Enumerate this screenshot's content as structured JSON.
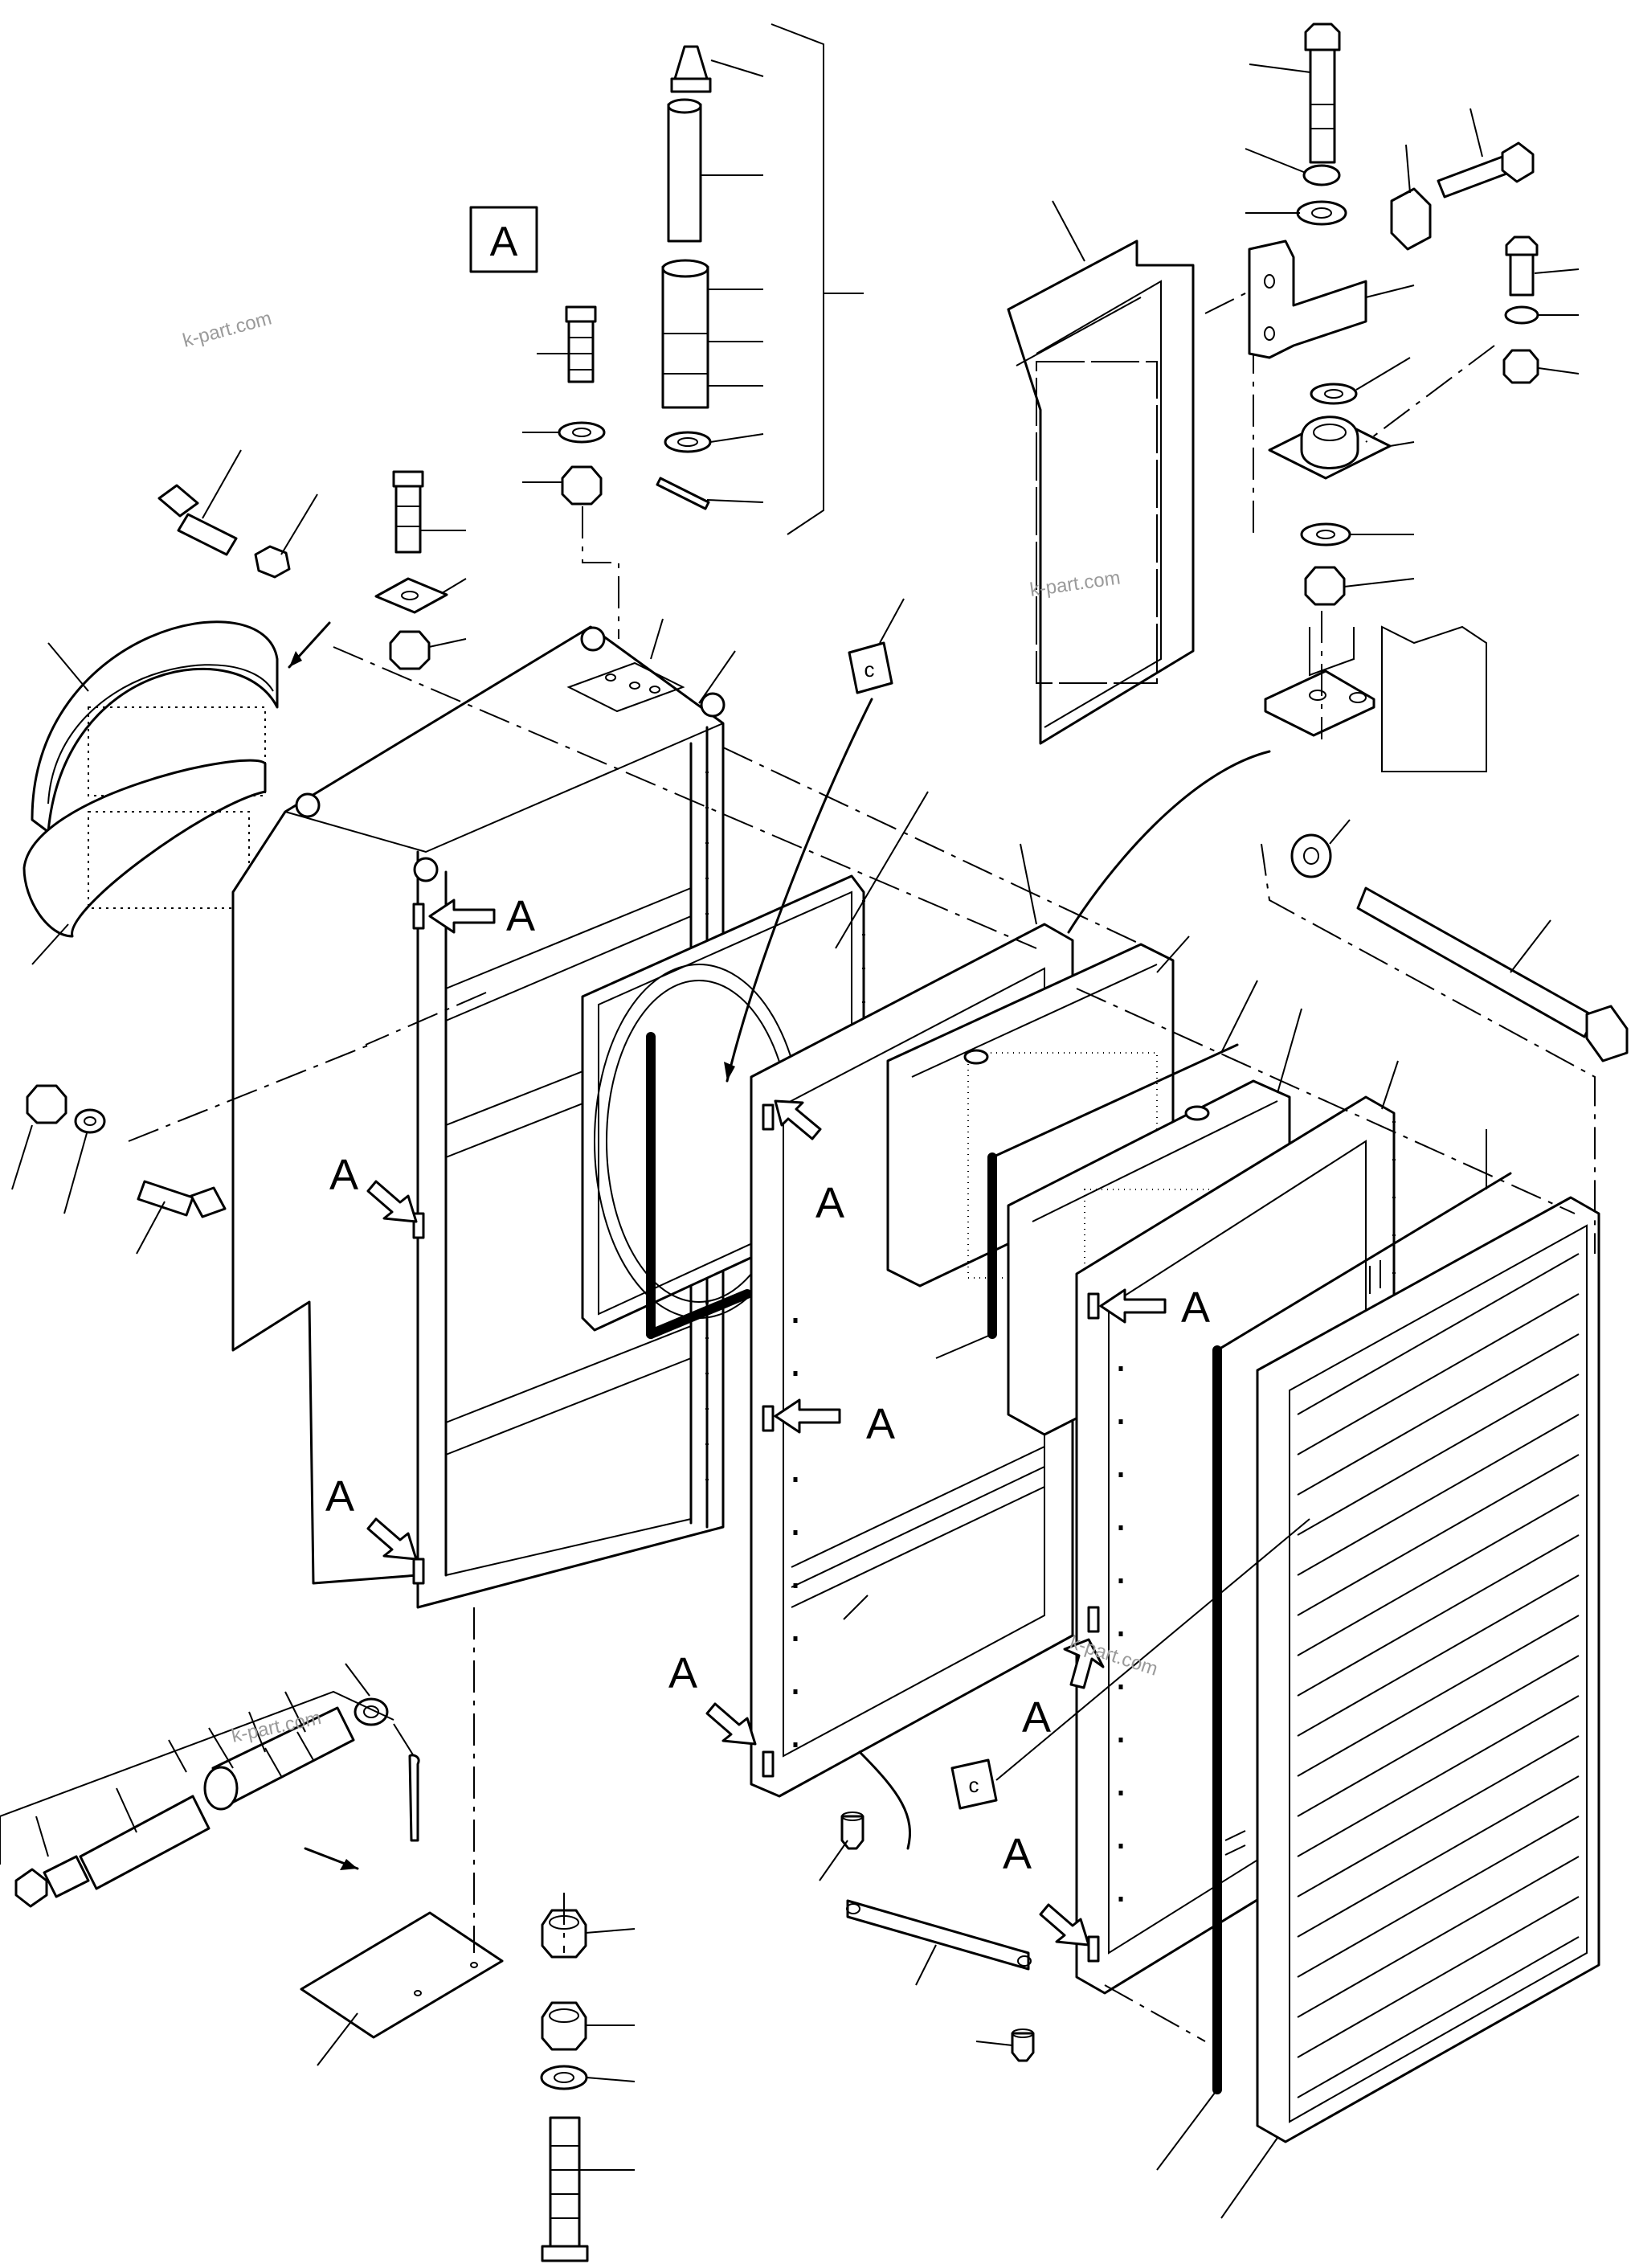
{
  "diagram": {
    "view_box_label": "A",
    "view_ref_label": "A",
    "clip_label": "c",
    "watermark_text": "k-part.com"
  }
}
